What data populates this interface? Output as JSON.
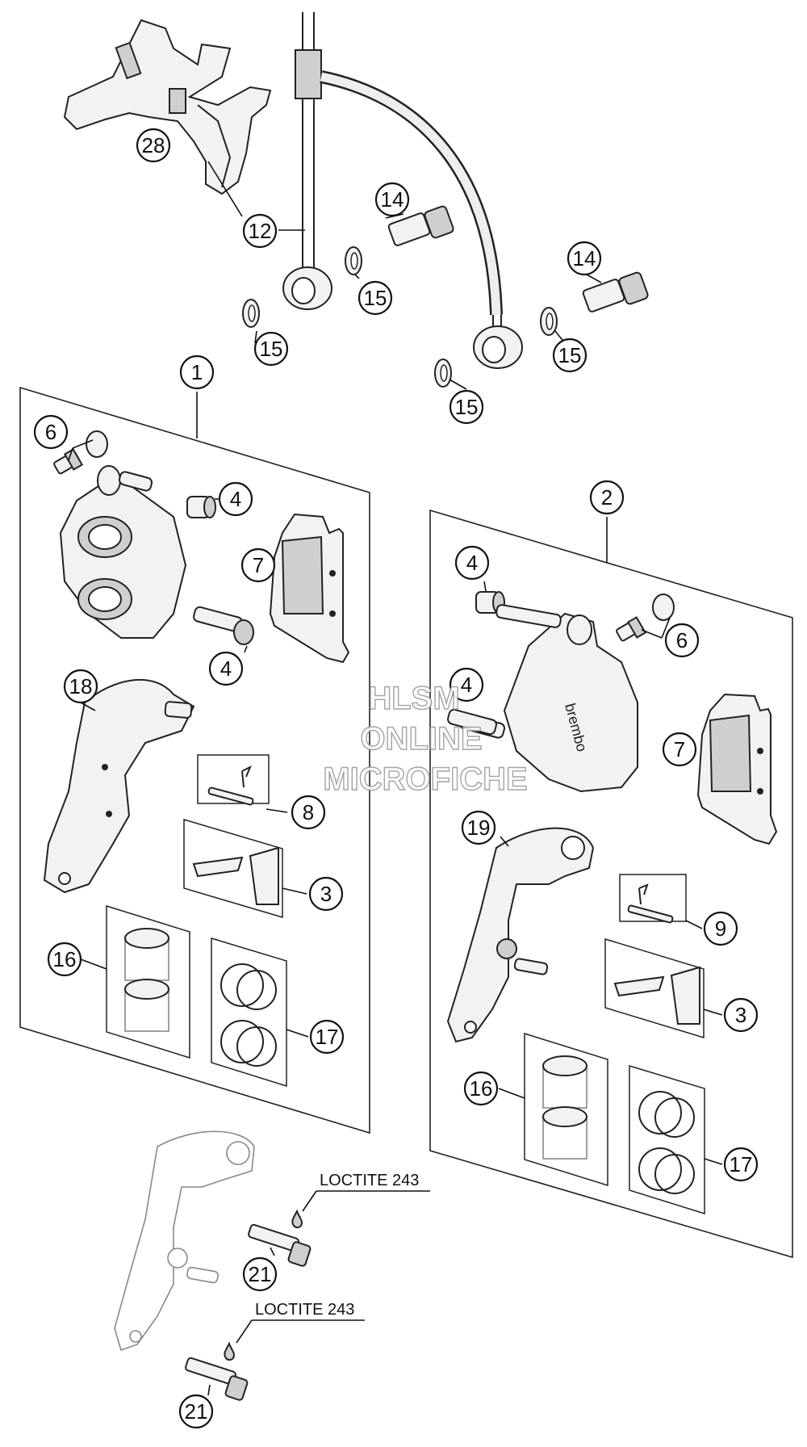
{
  "callouts": {
    "c28": "28",
    "c12": "12",
    "c14a": "14",
    "c15a": "15",
    "c15b": "15",
    "c14b": "14",
    "c15c": "15",
    "c15d": "15",
    "c1": "1",
    "c6a": "6",
    "c4a": "4",
    "c7a": "7",
    "c4b": "4",
    "c18": "18",
    "c8": "8",
    "c3a": "3",
    "c16a": "16",
    "c17a": "17",
    "c2": "2",
    "c4c": "4",
    "c6b": "6",
    "c4d": "4",
    "c7b": "7",
    "c19": "19",
    "c9": "9",
    "c3b": "3",
    "c16b": "16",
    "c17b": "17",
    "c21a": "21",
    "c21b": "21"
  },
  "labels": {
    "loctite_1": "LOCTITE 243",
    "loctite_2": "LOCTITE 243",
    "caliper_brand": "brembo"
  },
  "watermark": {
    "line1": "HLSM",
    "line2": "ONLINE",
    "line3": "MICROFICHE"
  }
}
